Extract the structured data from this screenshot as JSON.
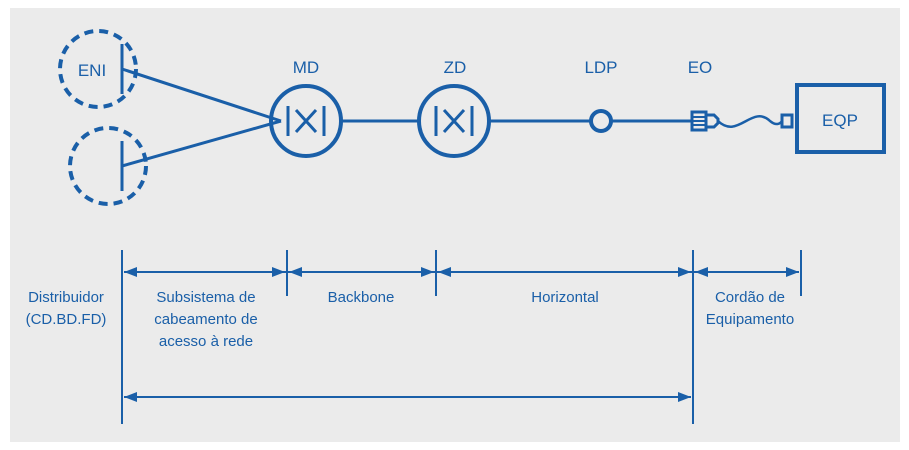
{
  "colors": {
    "primary": "#1a5fa8",
    "background": "#ebebeb"
  },
  "nodes": {
    "eni": "ENI",
    "md": "MD",
    "zd": "ZD",
    "ldp": "LDP",
    "eo": "EO",
    "eqp": "EQP"
  },
  "labels": {
    "distribuidor": [
      "Distribuidor",
      "(CD.BD.FD)"
    ],
    "subsistema": [
      "Subsistema de",
      "cabeamento de",
      "acesso à rede"
    ],
    "backbone": "Backbone",
    "horizontal": "Horizontal",
    "cordao": [
      "Cordão de",
      "Equipamento"
    ]
  },
  "icons": {
    "eni_cross_connect": "dashed-circle-icon",
    "cross_connect": "cross-connect-icon",
    "consolidation_point": "ring-icon",
    "outlet": "outlet-plug-icon",
    "equipment": "equipment-box-icon"
  }
}
